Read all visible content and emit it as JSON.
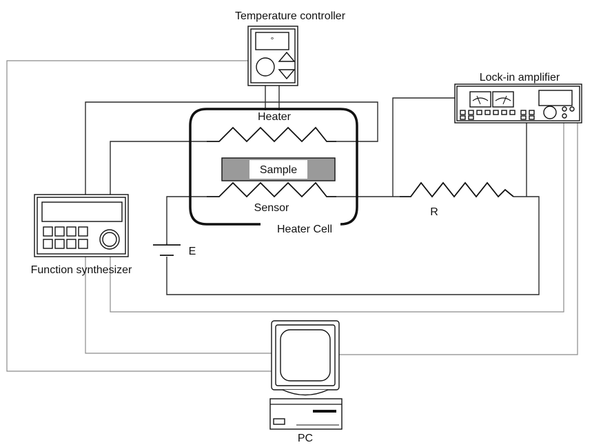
{
  "labels": {
    "temperature_controller": "Temperature controller",
    "lock_in_amplifier": "Lock-in amplifier",
    "heater": "Heater",
    "sample": "Sample",
    "sensor": "Sensor",
    "heater_cell": "Heater Cell",
    "resistor": "R",
    "battery": "E",
    "function_synthesizer": "Function synthesizer",
    "pc": "PC"
  },
  "controller_display_symbol": "°"
}
